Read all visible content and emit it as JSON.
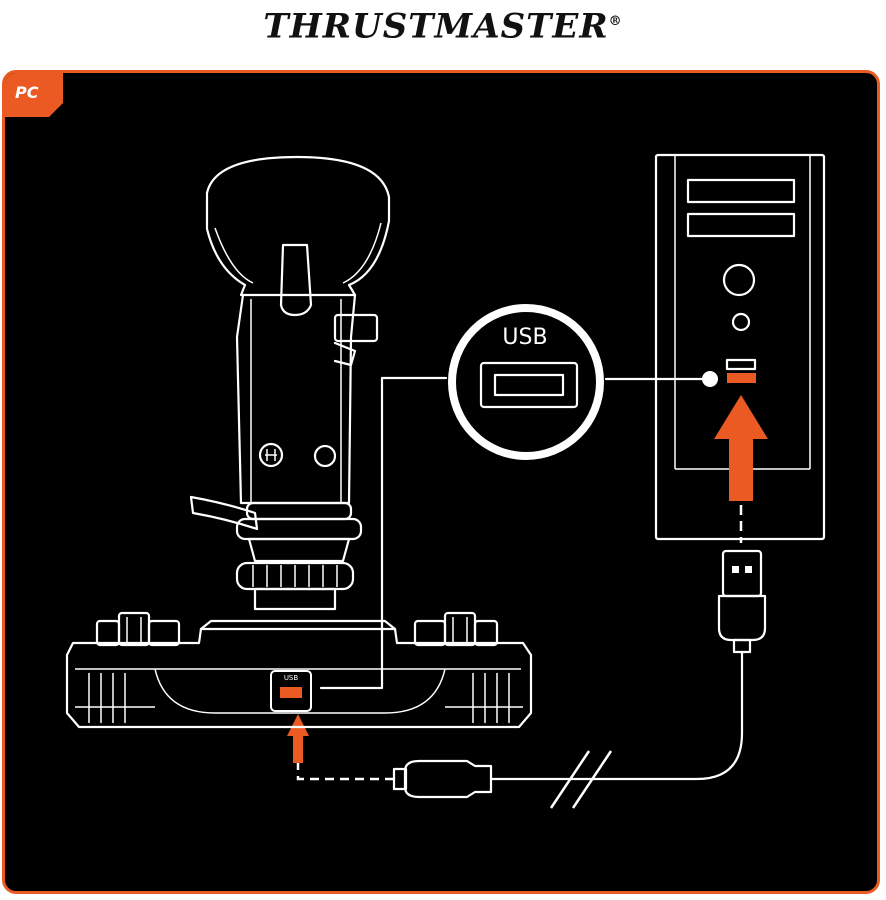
{
  "brand": {
    "name": "THRUSTMASTER",
    "registered": "®"
  },
  "platform_label": "PC",
  "usb_callout_label": "USB",
  "device_port_label": "USB",
  "colors": {
    "accent": "#ea5a22",
    "panel": "#000000",
    "line": "#ffffff"
  },
  "icons": [
    "joystick-icon",
    "pc-tower-icon",
    "usb-port-icon",
    "usb-connector-icon",
    "arrow-up-icon"
  ]
}
